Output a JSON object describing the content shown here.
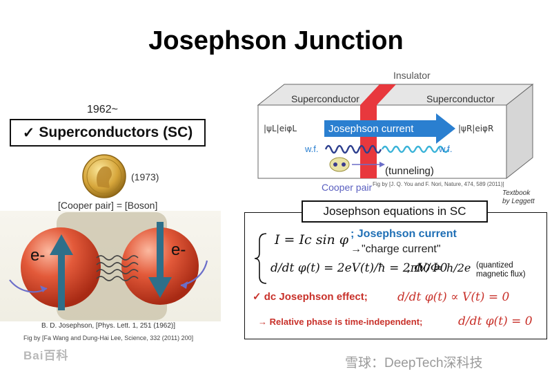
{
  "title": "Josephson Junction",
  "left": {
    "year": "1962~",
    "sc_check": "✓",
    "sc_label": "Superconductors (SC)",
    "nobel_year": "(1973)",
    "cooper_eq": "[Cooper pair] = [Boson]",
    "electron_left": "e-",
    "electron_right": "e-",
    "citation1": "B. D. Josephson, [Phys. Lett. 1, 251 (1962)]",
    "citation2": "Fig by [Fa Wang and Dung-Hai Lee,  Science, 332 (2011) 200]",
    "watermark": "Bai百科"
  },
  "right_diagram": {
    "insulator": "Insulator",
    "sc_left": "Superconductor",
    "sc_right": "Superconductor",
    "psi_left": "|ψL|eiφL",
    "psi_right": "|ψR|eiφR",
    "current_label": "Josephson current",
    "wf_left": "w.f.",
    "wf_right": "w.f.",
    "tunneling": "(tunneling)",
    "cooper_pair": "Cooper pair",
    "fig_cite": "Fig by [J. Q. You and F. Nori, Nature, 474, 589 (2011)]",
    "textbook_line1": "Textbook",
    "textbook_line2": "by Leggett"
  },
  "equations": {
    "title": "Josephson equations in SC",
    "eq1": "I = Ic sin φ",
    "eq1_note": "; Josephson current",
    "eq1_note2": "→\"charge current\"",
    "eq2_lhs": "d/dt φ(t) = 2eV(t)/ħ = 2πV/Φ0",
    "eq2_phi0": ", Φ0 = h/2e",
    "quantized_line1": "(quantized",
    "quantized_line2": "magnetic flux)",
    "dc_label": "✓  dc Josephson effect;",
    "dc_eq": "d/dt φ(t) ∝ V(t) = 0",
    "rel_label": "→ Relative phase is time-independent;",
    "rel_eq": "d/dt φ(t) = 0"
  },
  "watermark_right": "雪球：DeepTech深科技",
  "colors": {
    "insulator": "#e8383d",
    "arrow": "#2a7fd0",
    "josephson_blue": "#1f6fb5",
    "red_text": "#c8312a",
    "electron": "#e35a3a",
    "overlap": "#c9c2a8"
  }
}
